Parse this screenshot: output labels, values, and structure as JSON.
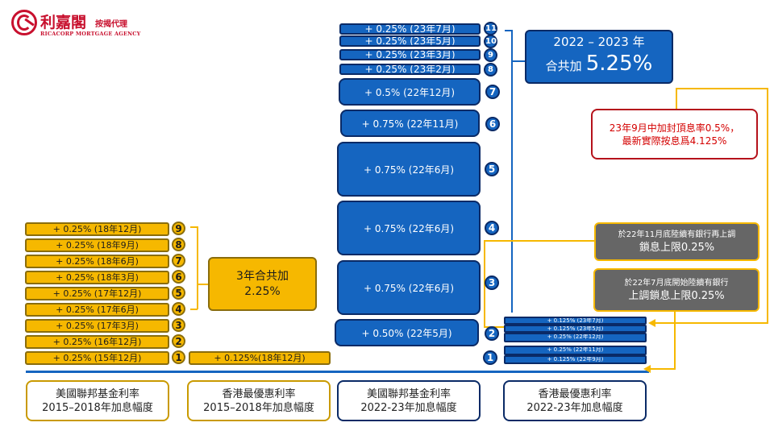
{
  "logo": {
    "name_cn": "利嘉閣",
    "suffix_cn": "按揭代理",
    "name_en": "RICACORP MORTGAGE AGENCY"
  },
  "fed_2015_2018": {
    "items": [
      {
        "num": "9",
        "label": "+ 0.25% (18年12月)"
      },
      {
        "num": "8",
        "label": "+ 0.25% (18年9月)"
      },
      {
        "num": "7",
        "label": "+ 0.25% (18年6月)"
      },
      {
        "num": "6",
        "label": "+ 0.25% (18年3月)"
      },
      {
        "num": "5",
        "label": "+ 0.25% (17年12月)"
      },
      {
        "num": "4",
        "label": "+ 0.25% (17年6月)"
      },
      {
        "num": "3",
        "label": "+ 0.25% (17年3月)"
      },
      {
        "num": "2",
        "label": "+ 0.25% (16年12月)"
      },
      {
        "num": "1",
        "label": "+ 0.25% (15年12月)"
      }
    ],
    "total_line1": "3年合共加",
    "total_line2": "2.25%"
  },
  "prime_2015_2018": {
    "label": "+ 0.125%(18年12月)"
  },
  "fed_2022_2023": {
    "items": [
      {
        "num": "11",
        "label": "+ 0.25% (23年7月)"
      },
      {
        "num": "10",
        "label": "+ 0.25% (23年5月)"
      },
      {
        "num": "9",
        "label": "+ 0.25% (23年3月)"
      },
      {
        "num": "8",
        "label": "+ 0.25% (23年2月)"
      },
      {
        "num": "7",
        "label": "+ 0.5% (22年12月)"
      },
      {
        "num": "6",
        "label": "+ 0.75% (22年11月)"
      },
      {
        "num": "5",
        "label": "+ 0.75% (22年6月)"
      },
      {
        "num": "4",
        "label": "+ 0.75% (22年6月)"
      },
      {
        "num": "3",
        "label": "+ 0.75% (22年6月)"
      },
      {
        "num": "2",
        "label": "+ 0.50% (22年5月)"
      }
    ],
    "total_line1": "2022 – 2023 年",
    "total_prefix": "合共加",
    "total_value": "5.25%"
  },
  "prime_2022_2023": {
    "num_top": "2",
    "num_bottom": "1",
    "items_top": [
      "+ 0.125% (23年7月)",
      "+ 0.125% (23年5月)",
      "+ 0.25% (22年12月)"
    ],
    "items_bottom": [
      "+ 0.25% (22年11月)",
      "+ 0.125% (22年9月)"
    ]
  },
  "notes": {
    "cap_line1": "23年9月中加封頂息率0.5%，",
    "cap_line2": "最新實際按息爲4.125%",
    "nov_line1": "於22年11月底陸續有銀行再上調",
    "nov_line2": "鎖息上限0.25%",
    "jul_line1": "於22年7月底開始陸續有銀行",
    "jul_line2": "上調鎖息上限0.25%"
  },
  "captions": [
    {
      "line1": "美國聯邦基金利率",
      "line2": "2015–2018年加息幅度"
    },
    {
      "line1": "香港最優惠利率",
      "line2": "2015–2018年加息幅度"
    },
    {
      "line1": "美國聯邦基金利率",
      "line2": "2022-23年加息幅度"
    },
    {
      "line1": "香港最優惠利率",
      "line2": "2022-23年加息幅度"
    }
  ],
  "colors": {
    "gold": "#f6b800",
    "blue": "#1565c0",
    "navy": "#0a2a66",
    "gray": "#666666",
    "red": "#d40000",
    "logo_red": "#c8102e"
  }
}
